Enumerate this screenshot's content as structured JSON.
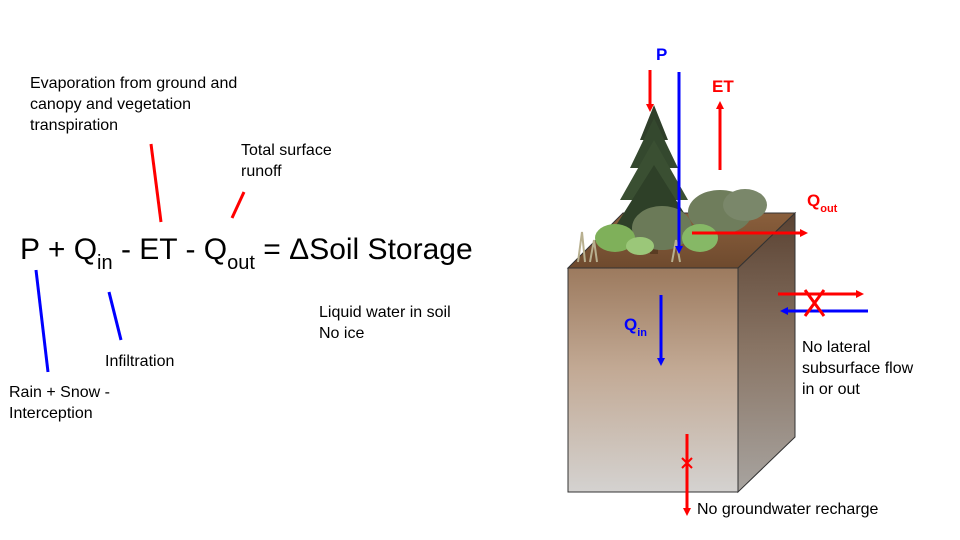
{
  "equation": {
    "p": "P",
    "plus": "+",
    "q": "Q",
    "in_sub": "in",
    "minus1": "-",
    "et": "ET",
    "minus2": "-",
    "q2": "Q",
    "out_sub": "out",
    "equals": "=",
    "delta_storage": "ΔSoil Storage"
  },
  "annotations": {
    "evaporation": [
      "Evaporation from ground and",
      "canopy and vegetation",
      "transpiration"
    ],
    "runoff": [
      "Total surface",
      "runoff"
    ],
    "liquid": [
      "Liquid water in soil",
      "No ice"
    ],
    "infiltration": "Infiltration",
    "rain": [
      "Rain + Snow -",
      "Interception"
    ]
  },
  "diagram_labels": {
    "p": "P",
    "et": "ET",
    "qout_main": "Q",
    "qout_sub": "out",
    "qin_main": "Q",
    "qin_sub": "in",
    "lateral": [
      "No lateral",
      "subsurface flow",
      "in or out"
    ],
    "groundwater": "No groundwater recharge"
  },
  "colors": {
    "blue": "#0000ff",
    "red": "#ff0000"
  }
}
